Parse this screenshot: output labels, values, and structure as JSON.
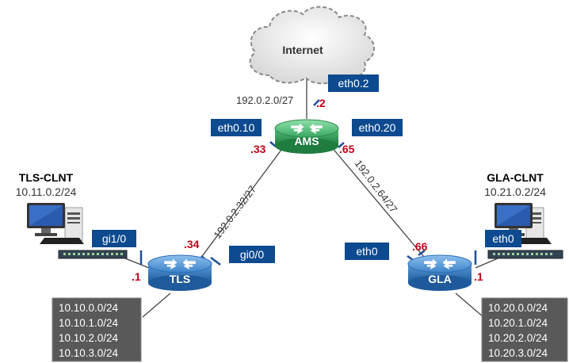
{
  "internet": {
    "label": "Internet"
  },
  "routers": {
    "ams": {
      "label": "AMS",
      "color": "#2e9e56"
    },
    "tls": {
      "label": "TLS",
      "color": "#2a6fb6"
    },
    "gla": {
      "label": "GLA",
      "color": "#2a6fb6"
    }
  },
  "interfaces": {
    "ams_uplink": "eth0.2",
    "ams_left": "eth0.10",
    "ams_right": "eth0.20",
    "tls_left": "gi1/0",
    "tls_right": "gi0/0",
    "gla_left": "eth0",
    "gla_right": "eth0"
  },
  "subnets": {
    "internet_link": "192.0.2.0/27",
    "ams_tls": "192.0.2.32/27",
    "ams_gla": "192.0.2.64/27"
  },
  "ips": {
    "ams_uplink": ".2",
    "ams_left": ".33",
    "ams_right": ".65",
    "tls_uplink": ".34",
    "tls_client": ".1",
    "gla_uplink": ".66",
    "gla_client": ".1"
  },
  "clients": {
    "tls": {
      "name": "TLS-CLNT",
      "ip": "10.11.0.2/24"
    },
    "gla": {
      "name": "GLA-CLNT",
      "ip": "10.21.0.2/24"
    }
  },
  "routes": {
    "tls": [
      "10.10.0.0/24",
      "10.10.1.0/24",
      "10.10.2.0/24",
      "10.10.3.0/24"
    ],
    "gla": [
      "10.20.0.0/24",
      "10.20.1.0/24",
      "10.20.2.0/24",
      "10.20.3.0/24"
    ]
  },
  "colors": {
    "interface_box": "#0d4a8f",
    "ip_text": "#c0001a",
    "route_box": "#595959"
  }
}
